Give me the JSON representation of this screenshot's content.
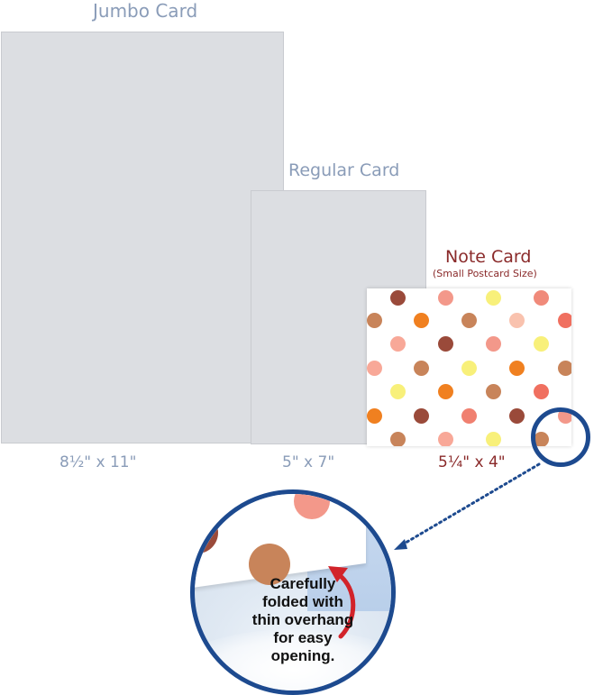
{
  "labels": {
    "jumbo": "Jumbo Card",
    "regular": "Regular Card",
    "note": "Note Card",
    "note_sub": "(Small Postcard Size)"
  },
  "sizes": {
    "jumbo": "8½\"  x 11\"",
    "regular": "5\" x 7\"",
    "note": "5¼\" x 4\""
  },
  "callout": {
    "line1": "Carefully",
    "line2": "folded with",
    "line3": "thin overhang",
    "line4": "for easy",
    "line5": "opening."
  },
  "colors": {
    "label_blue": "#8a9cb8",
    "label_red": "#8a2a2a",
    "ring_blue": "#1d4a8f",
    "arrow_red": "#d2232a",
    "card_gray": "#dcdee2"
  },
  "icons": {
    "magnifier_ring": "magnifier-circle-icon",
    "arrow": "curved-arrow-icon"
  }
}
